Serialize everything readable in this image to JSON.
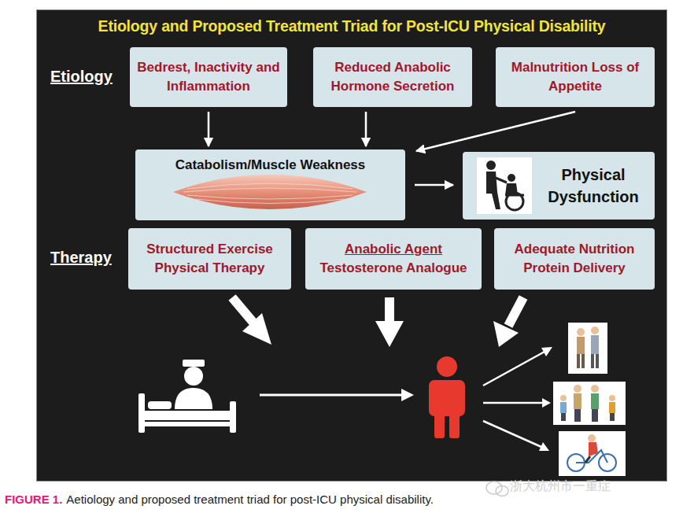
{
  "diagram": {
    "title": "Etiology and Proposed Treatment Triad for Post-ICU Physical Disability",
    "caption": "Aetiology and proposed treatment triad for post-ICU physical disability.",
    "nodes": [
      {
        "text": [
          "Bedrest, Inactivity and Inflammation"
        ]
      },
      {
        "text": [
          "Reduced Anabolic Hormone Secretion"
        ]
      },
      {
        "text": [
          "Malnutrition Loss of Appetite"
        ]
      },
      {
        "text": [
          "Catabolism/Muscle Weakness"
        ]
      },
      {
        "text": [
          "Physical Dysfunction"
        ]
      },
      {
        "text": [
          "Structured Exercise Physical Therapy"
        ]
      },
      {
        "text": [
          "Anabolic Agent",
          "Testosterone Analogue"
        ]
      },
      {
        "text": [
          "Adequate Nutrition Protein Delivery"
        ]
      }
    ],
    "edges": [
      {
        "from": 0,
        "to": 3,
        "arrow": "to"
      },
      {
        "from": 1,
        "to": 3,
        "arrow": "to"
      },
      {
        "from": 2,
        "to": 3,
        "arrow": "to"
      },
      {
        "from": 3,
        "to": 4,
        "arrow": "to"
      }
    ],
    "labels": [
      "Etiology",
      "Therapy",
      "FIGURE 1.",
      "浙大杭州市一重症"
    ]
  }
}
